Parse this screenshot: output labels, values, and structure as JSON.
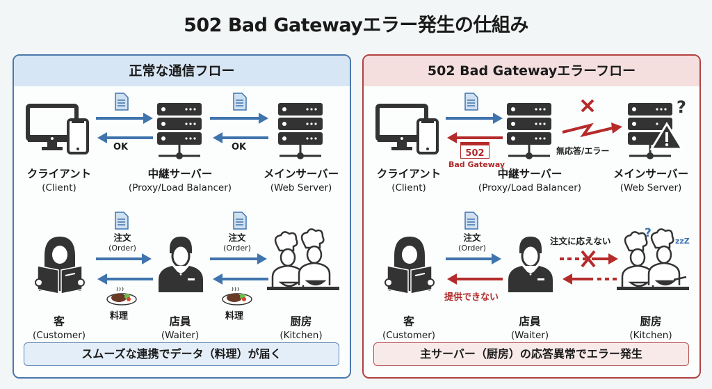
{
  "title": "502 Bad Gatewayエラー発生の仕組み",
  "colors": {
    "normal_accent": "#4a78ad",
    "error_accent": "#b24141",
    "arrow_blue": "#3f74ad",
    "arrow_red": "#b52b2b",
    "icon_dark": "#333333"
  },
  "normal_panel": {
    "header": "正常な通信フロー",
    "network": {
      "nodes": [
        {
          "icon": "client-devices-icon",
          "label_jp": "クライアント",
          "label_en": "(Client)"
        },
        {
          "icon": "server-icon",
          "label_jp": "中継サーバー",
          "label_en": "(Proxy/Load Balancer)"
        },
        {
          "icon": "server-icon",
          "label_jp": "メインサーバー",
          "label_en": "(Web Server)"
        }
      ],
      "response_labels": [
        "OK",
        "OK"
      ]
    },
    "restaurant": {
      "nodes": [
        {
          "icon": "customer-reading-menu-icon",
          "label_jp": "客",
          "label_en": "(Customer)"
        },
        {
          "icon": "waiter-icon",
          "label_jp": "店員",
          "label_en": "(Waiter)"
        },
        {
          "icon": "chefs-icon",
          "label_jp": "厨房",
          "label_en": "(Kitchen)"
        }
      ],
      "order_label_jp": "注文",
      "order_label_en": "(Order)",
      "dish_label": "料理"
    },
    "footer": "スムーズな連携でデータ（料理）が届く"
  },
  "error_panel": {
    "header": "502 Bad Gatewayエラーフロー",
    "network": {
      "nodes": [
        {
          "icon": "client-devices-icon",
          "label_jp": "クライアント",
          "label_en": "(Client)"
        },
        {
          "icon": "server-icon",
          "label_jp": "中継サーバー",
          "label_en": "(Proxy/Load Balancer)"
        },
        {
          "icon": "server-error-icon",
          "label_jp": "メインサーバー",
          "label_en": "(Web Server)"
        }
      ],
      "error_code": "502",
      "error_caption": "Bad Gateway",
      "no_response_label": "無応答/エラー"
    },
    "restaurant": {
      "nodes": [
        {
          "icon": "customer-reading-menu-icon",
          "label_jp": "客",
          "label_en": "(Customer)"
        },
        {
          "icon": "waiter-icon",
          "label_jp": "店員",
          "label_en": "(Waiter)"
        },
        {
          "icon": "confused-sleeping-chefs-icon",
          "label_jp": "厨房",
          "label_en": "(Kitchen)"
        }
      ],
      "order_label_jp": "注文",
      "order_label_en": "(Order)",
      "no_reply_label": "注文に応えない",
      "cannot_serve_label": "提供できない"
    },
    "footer": "主サーバー（厨房）の応答異常でエラー発生"
  }
}
